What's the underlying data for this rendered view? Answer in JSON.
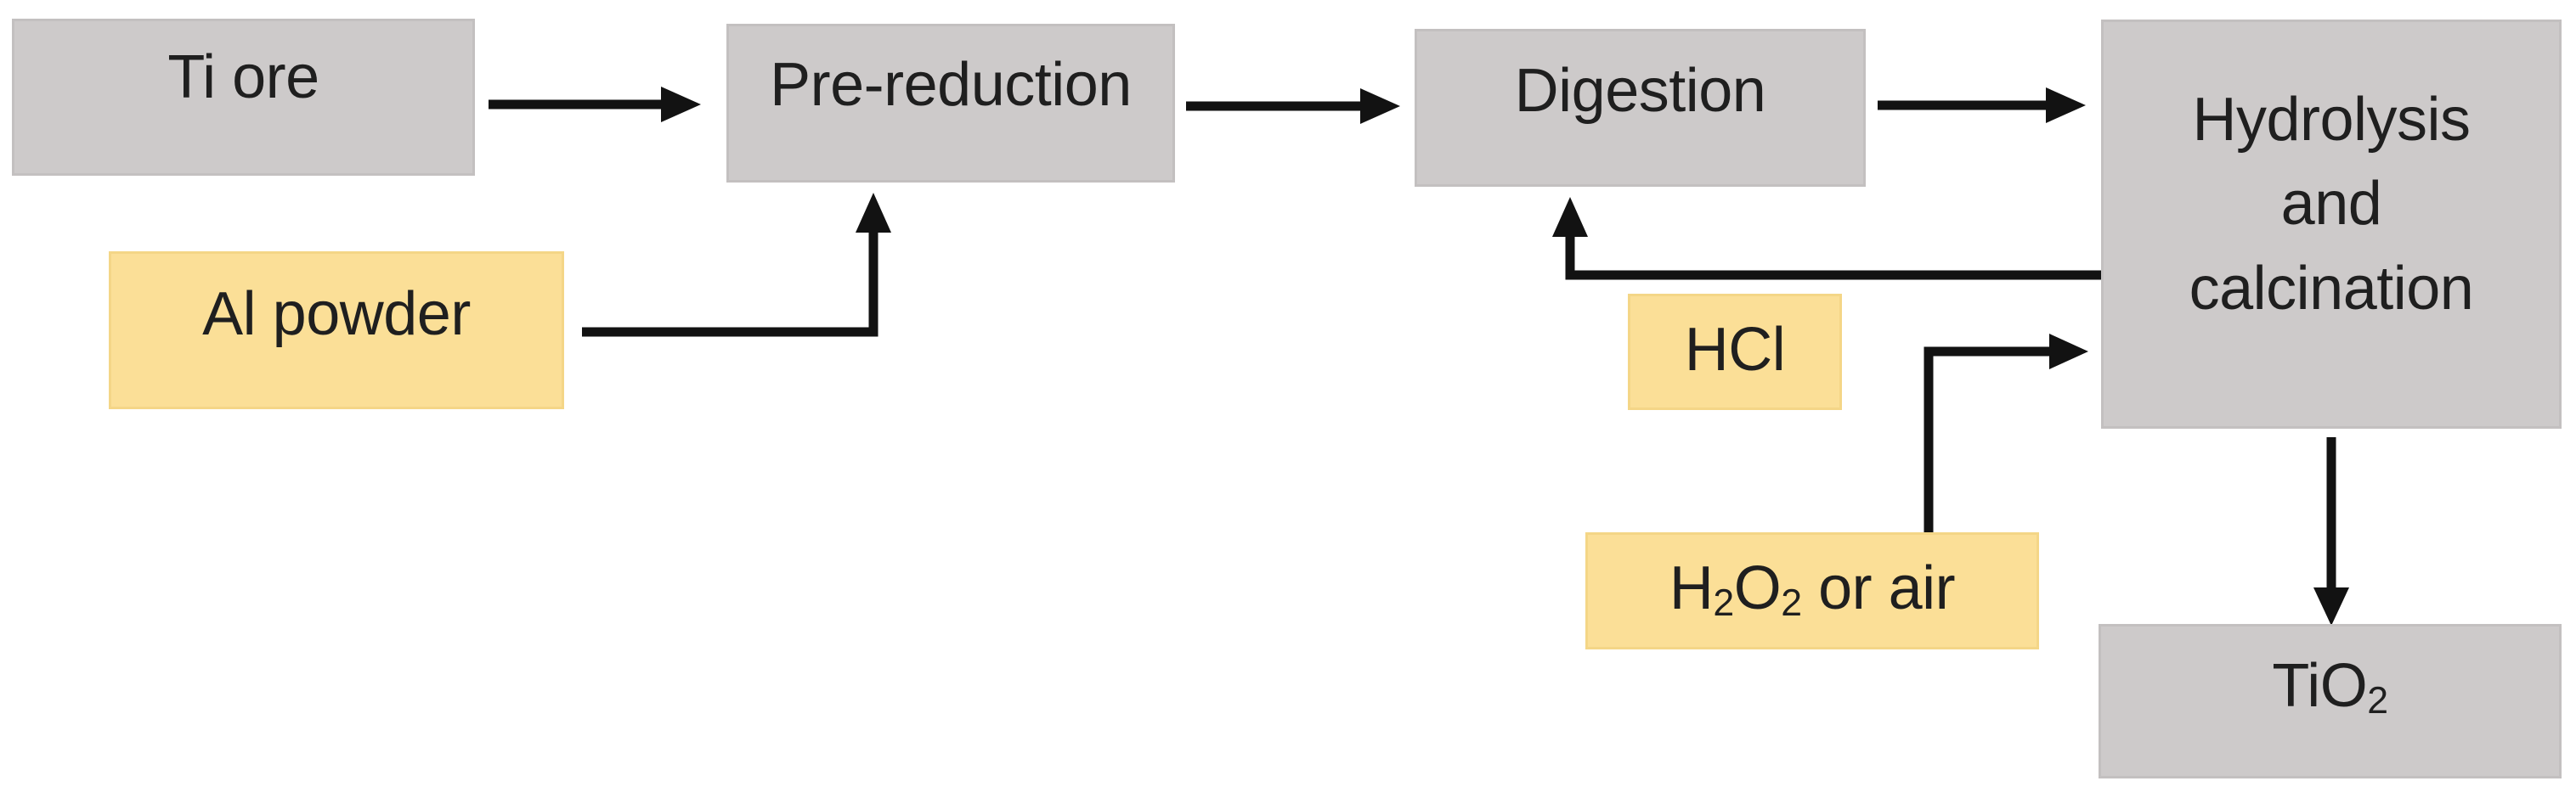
{
  "diagram": {
    "colors": {
      "background": "#ffffff",
      "process-fill": "#cdcaca",
      "process-border": "#c3c0c0",
      "input-fill": "#fbdf97",
      "input-border": "#f4d687",
      "arrow": "#121212",
      "text": "#1f1f1f"
    },
    "nodes": {
      "ti_ore": {
        "label": "Ti ore"
      },
      "pre_reduction": {
        "label": "Pre-reduction"
      },
      "digestion": {
        "label": "Digestion"
      },
      "hydrolysis_and_calcination": {
        "label": "Hydrolysis\nand\ncalcination"
      },
      "tio2": {
        "base": "TiO",
        "sub": "2"
      },
      "al_powder": {
        "label": "Al powder"
      },
      "hcl": {
        "label": "HCl"
      },
      "h2o2_or_air": {
        "p1": "H",
        "s1": "2",
        "p2": "O",
        "s2": "2",
        "p3": " or air"
      }
    },
    "edges": [
      {
        "from": "ti_ore",
        "to": "pre_reduction"
      },
      {
        "from": "pre_reduction",
        "to": "digestion"
      },
      {
        "from": "digestion",
        "to": "hydrolysis_and_calcination"
      },
      {
        "from": "al_powder",
        "to": "pre_reduction"
      },
      {
        "from": "hydrolysis_and_calcination",
        "to": "digestion"
      },
      {
        "from": "h2o2_or_air",
        "to": "hydrolysis_and_calcination"
      },
      {
        "from": "hydrolysis_and_calcination",
        "to": "tio2"
      }
    ]
  }
}
